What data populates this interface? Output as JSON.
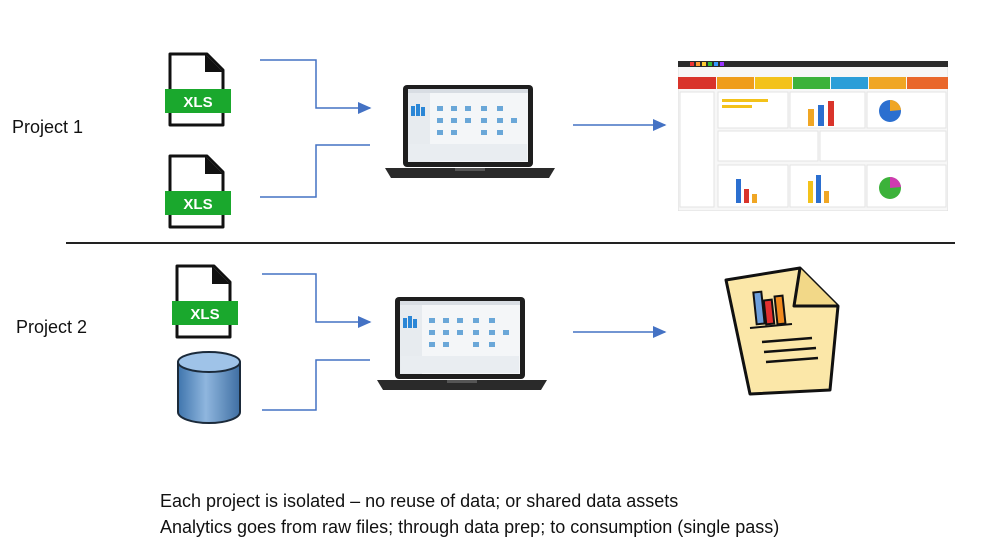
{
  "projects": [
    {
      "label": "Project 1",
      "sources": [
        "XLS",
        "XLS"
      ],
      "output": "dashboard"
    },
    {
      "label": "Project 2",
      "sources": [
        "XLS",
        "database"
      ],
      "output": "report"
    }
  ],
  "file_badge": "XLS",
  "icons": {
    "spreadsheet_file": "xls-file-icon",
    "database": "database-icon",
    "laptop": "laptop-icon",
    "dashboard": "dashboard-icon",
    "report": "report-document-icon"
  },
  "colors": {
    "xls_green": "#1aa82d",
    "connector_blue": "#4472c4",
    "database_blue": "#5b8fc4",
    "report_paper": "#fbe7a8",
    "dashboard_tiles": [
      "#d9342b",
      "#ef9d1b",
      "#f3c21a",
      "#3cb23a",
      "#2b9ed8",
      "#f0a624",
      "#e9672b"
    ]
  },
  "caption": {
    "line1": "Each project is isolated – no reuse of data; or shared data assets",
    "line2": "Analytics goes from raw files; through data prep; to consumption (single pass)"
  }
}
